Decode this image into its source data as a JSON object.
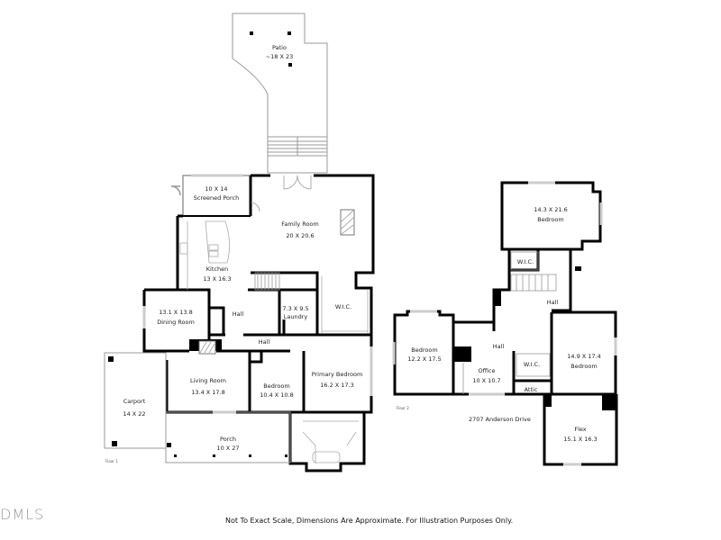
{
  "address": "2707 Anderson Drive",
  "disclaimer": "Not To Exact Scale, Dimensions Are Approximate. For Illustration Purposes Only.",
  "logo_text": "DMLS",
  "colors": {
    "wall": "#000000",
    "thin_line": "#999999",
    "fixture": "#bbbbbb",
    "background": "#ffffff"
  },
  "floor1": {
    "label": "Floor 1",
    "rooms": [
      {
        "name": "Patio",
        "dims": "~18 X 23"
      },
      {
        "name": "Screened Porch",
        "dims": "10 X 14"
      },
      {
        "name": "Family Room",
        "dims": "20 X 20.6"
      },
      {
        "name": "Kitchen",
        "dims": "13 X 16.3"
      },
      {
        "name": "Dining Room",
        "dims": "13.1 X 13.8"
      },
      {
        "name": "Hall",
        "dims": ""
      },
      {
        "name": "Laundry",
        "dims": "7.3 X 9.5"
      },
      {
        "name": "W.I.C.",
        "dims": ""
      },
      {
        "name": "Hall",
        "dims": ""
      },
      {
        "name": "Living Room",
        "dims": "13.4 X 17.8"
      },
      {
        "name": "Bedroom",
        "dims": "10.4 X 10.8"
      },
      {
        "name": "Primary Bedroom",
        "dims": "16.2 X 17.3"
      },
      {
        "name": "Carport",
        "dims": "14 X 22"
      },
      {
        "name": "Porch",
        "dims": "10 X 27"
      }
    ]
  },
  "floor2": {
    "label": "Floor 2",
    "rooms": [
      {
        "name": "Bedroom",
        "dims": "14.3 X 21.6"
      },
      {
        "name": "W.I.C.",
        "dims": ""
      },
      {
        "name": "Hall",
        "dims": ""
      },
      {
        "name": "Bedroom",
        "dims": "12.2 X 17.5"
      },
      {
        "name": "Hall",
        "dims": ""
      },
      {
        "name": "Office",
        "dims": "10 X 10.7"
      },
      {
        "name": "W.I.C.",
        "dims": ""
      },
      {
        "name": "Attic",
        "dims": ""
      },
      {
        "name": "Bedroom",
        "dims": "14.9 X 17.4"
      },
      {
        "name": "Flex",
        "dims": "15.1 X 16.3"
      }
    ]
  }
}
